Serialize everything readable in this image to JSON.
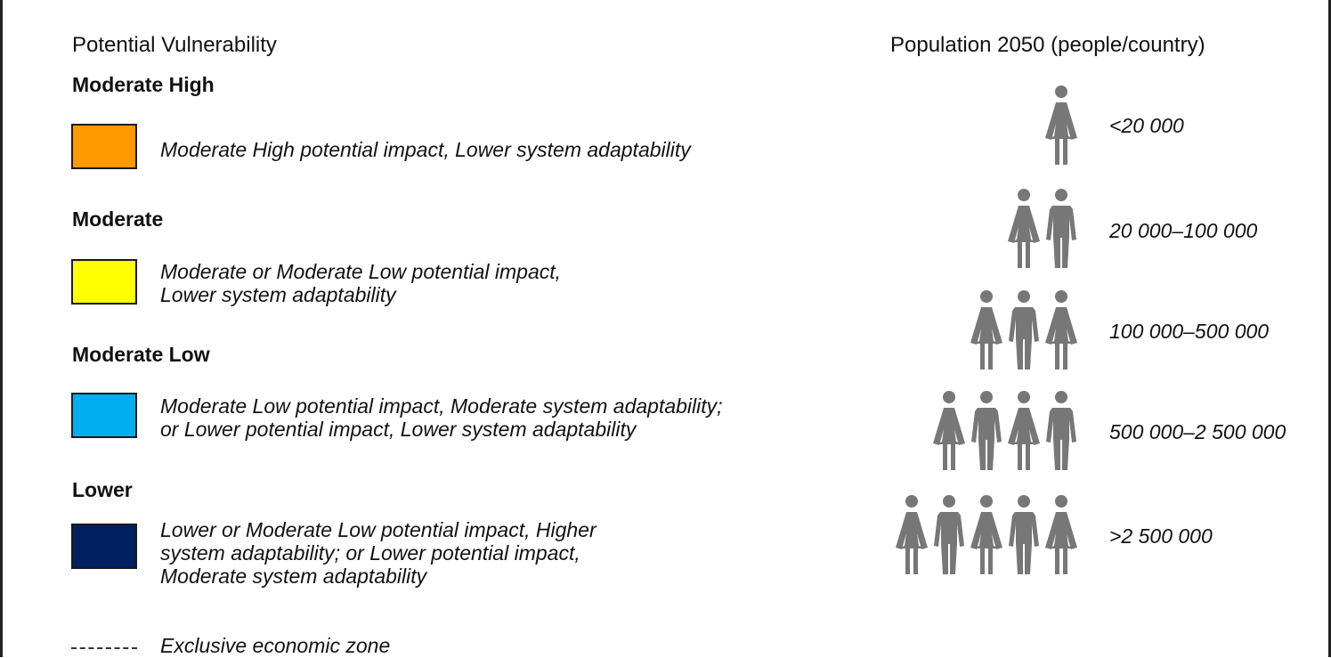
{
  "vulnerability": {
    "title": "Potential Vulnerability",
    "categories": [
      {
        "heading": "Moderate High",
        "color": "#FF9900",
        "lines": [
          "Moderate High potential impact, Lower system adaptability"
        ]
      },
      {
        "heading": "Moderate",
        "color": "#FFFF00",
        "lines": [
          "Moderate or Moderate Low potential impact,",
          "Lower system adaptability"
        ]
      },
      {
        "heading": "Moderate Low",
        "color": "#00AEEF",
        "lines": [
          "Moderate Low potential impact, Moderate system adaptability;",
          "or Lower potential impact, Lower system adaptability"
        ]
      },
      {
        "heading": "Lower",
        "color": "#002060",
        "lines": [
          "Lower or Moderate Low potential impact, Higher",
          "system adaptability; or Lower potential impact,",
          "Moderate system adaptability"
        ]
      }
    ],
    "eez_label": "Exclusive economic zone"
  },
  "population": {
    "title": "Population 2050 (people/country)",
    "icon_color": "#777777",
    "classes": [
      {
        "label": "<20 000",
        "count": 1,
        "icons": [
          "female"
        ]
      },
      {
        "label": "20 000–100 000",
        "count": 2,
        "icons": [
          "female",
          "male"
        ]
      },
      {
        "label": "100 000–500 000",
        "count": 3,
        "icons": [
          "female",
          "male",
          "female"
        ]
      },
      {
        "label": "500 000–2 500 000",
        "count": 4,
        "icons": [
          "female",
          "male",
          "female",
          "male"
        ]
      },
      {
        "label": ">2 500 000",
        "count": 5,
        "icons": [
          "female",
          "male",
          "female",
          "male",
          "female"
        ]
      }
    ]
  }
}
